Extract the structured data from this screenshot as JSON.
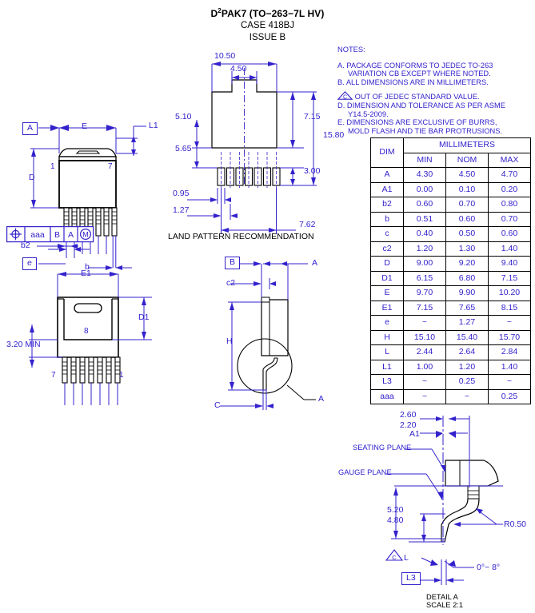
{
  "title": {
    "line1_pre": "D",
    "line1_sup": "2",
    "line1_post": "PAK7 (TO−263−7L HV)",
    "line2": "CASE 418BJ",
    "line3": "ISSUE B"
  },
  "notes": {
    "heading": "NOTES:",
    "items": [
      "A. PACKAGE CONFORMS TO JEDEC TO-263",
      "VARIATION CB EXCEPT WHERE NOTED.",
      "B. ALL DIMENSIONS ARE IN MILLIMETERS.",
      "OUT OF JEDEC STANDARD VALUE.",
      "D. DIMENSION AND TOLERANCE AS PER ASME",
      "Y14.5-2009.",
      "E. DIMENSIONS ARE EXCLUSIVE OF BURRS,",
      "MOLD FLASH AND TIE BAR PROTRUSIONS."
    ],
    "triangle_note_letter": "C"
  },
  "table": {
    "units_header": "MILLIMETERS",
    "col_dim": "DIM",
    "columns": [
      "MIN",
      "NOM",
      "MAX"
    ],
    "rows": [
      {
        "dim": "A",
        "min": "4.30",
        "nom": "4.50",
        "max": "4.70"
      },
      {
        "dim": "A1",
        "min": "0.00",
        "nom": "0.10",
        "max": "0.20"
      },
      {
        "dim": "b2",
        "min": "0.60",
        "nom": "0.70",
        "max": "0.80"
      },
      {
        "dim": "b",
        "min": "0.51",
        "nom": "0.60",
        "max": "0.70"
      },
      {
        "dim": "c",
        "min": "0.40",
        "nom": "0.50",
        "max": "0.60"
      },
      {
        "dim": "c2",
        "min": "1.20",
        "nom": "1.30",
        "max": "1.40"
      },
      {
        "dim": "D",
        "min": "9.00",
        "nom": "9.20",
        "max": "9.40"
      },
      {
        "dim": "D1",
        "min": "6.15",
        "nom": "6.80",
        "max": "7.15"
      },
      {
        "dim": "E",
        "min": "9.70",
        "nom": "9.90",
        "max": "10.20"
      },
      {
        "dim": "E1",
        "min": "7.15",
        "nom": "7.65",
        "max": "8.15"
      },
      {
        "dim": "e",
        "min": "~",
        "nom": "1.27",
        "max": "~"
      },
      {
        "dim": "H",
        "min": "15.10",
        "nom": "15.40",
        "max": "15.70"
      },
      {
        "dim": "L",
        "min": "2.44",
        "nom": "2.64",
        "max": "2.84"
      },
      {
        "dim": "L1",
        "min": "1.00",
        "nom": "1.20",
        "max": "1.40"
      },
      {
        "dim": "L3",
        "min": "~",
        "nom": "0.25",
        "max": "~"
      },
      {
        "dim": "aaa",
        "min": "~",
        "nom": "~",
        "max": "0.25"
      }
    ]
  },
  "view_top_left": {
    "datum_a": "A",
    "datum_e": "e",
    "dim_E": "E",
    "dim_L1": "L1",
    "dim_D": "D",
    "dim_b2": "b2",
    "dim_b": "b",
    "pin_first": "1",
    "pin_last": "7",
    "fcf": {
      "symbol": "position-icon",
      "tol": "aaa",
      "datum1": "B",
      "datum2": "A",
      "modifier": "M"
    }
  },
  "view_land_pattern": {
    "caption": "LAND PATTERN RECOMMENDATION",
    "dim_10_50": "10.50",
    "dim_4_50": "4.50",
    "dim_7_15": "7.15",
    "dim_15_80": "15.80",
    "dim_5_10": "5.10",
    "dim_5_65": "5.65",
    "dim_3_00": "3.00",
    "dim_0_95": "0.95",
    "dim_1_27": "1.27",
    "dim_7_62": "7.62"
  },
  "view_bottom_left": {
    "dim_E1": "E1",
    "dim_D1": "D1",
    "dim_3_20_min": "3.20 MIN",
    "pad_number": "8",
    "pin_first": "7",
    "pin_last": "1"
  },
  "view_side": {
    "datum_b": "B",
    "label_a_top": "A",
    "dim_c2": "c2",
    "dim_H": "H",
    "dim_C": "C",
    "label_a_detail": "A"
  },
  "detail_a": {
    "dim_2_60": "2.60",
    "dim_2_20": "2.20",
    "dim_A1": "A1",
    "label_seating_plane": "SEATING PLANE",
    "label_gauge_plane": "GAUGE PLANE",
    "dim_5_20": "5.20",
    "dim_4_80": "4.80",
    "radius": "R0.50",
    "tri_note_letter": "C",
    "dim_L": "L",
    "angle": "0°− 8°",
    "datum_l3": "L3",
    "caption1": "DETAIL A",
    "caption2": "SCALE 2:1"
  },
  "colors": {
    "dimension_blue": "#3322cc",
    "outline_black": "#000000",
    "background": "#ffffff"
  }
}
